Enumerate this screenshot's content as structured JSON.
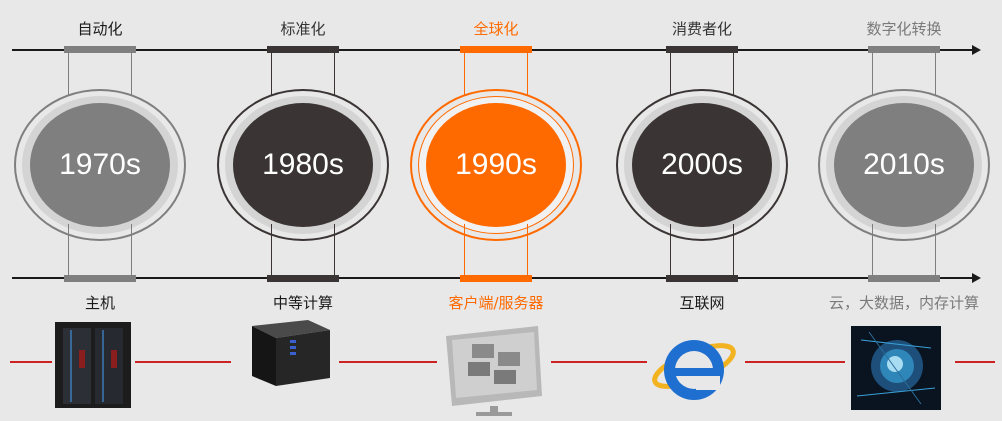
{
  "colors": {
    "accent": "#ff6a00",
    "dark": "#3a3534",
    "gray": "#7f7f7f",
    "line": "#1a1a1a",
    "red_line": "#cc2222"
  },
  "eras": [
    {
      "decade": "1970s",
      "trend": "自动化",
      "tech": "主机",
      "style": "gray",
      "label_color": "#1a1a1a",
      "icon": "mainframe-icon"
    },
    {
      "decade": "1980s",
      "trend": "标准化",
      "tech": "中等计算",
      "style": "dark",
      "label_color": "#333333",
      "icon": "server-tower-icon"
    },
    {
      "decade": "1990s",
      "trend": "全球化",
      "tech": "客户端/服务器",
      "style": "accent",
      "label_color": "#ff6a00",
      "icon": "client-server-icon"
    },
    {
      "decade": "2000s",
      "trend": "消费者化",
      "tech": "互联网",
      "style": "dark",
      "label_color": "#333333",
      "icon": "internet-explorer-icon"
    },
    {
      "decade": "2010s",
      "trend": "数字化转换",
      "tech": "云，大数据，内存计算",
      "style": "gray",
      "label_color": "#7a7a7a",
      "icon": "cloud-bigdata-icon"
    }
  ]
}
